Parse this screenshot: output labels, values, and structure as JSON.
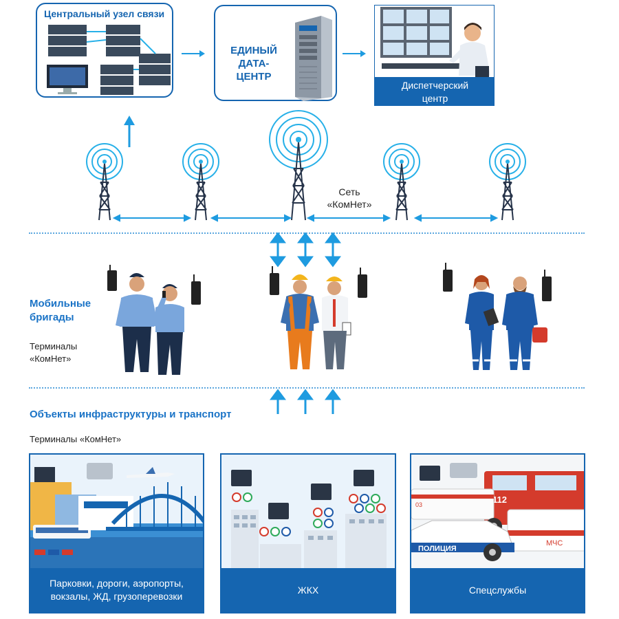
{
  "top": {
    "central_node": "Центральный узел связи",
    "datacenter_line1": "ЕДИНЫЙ",
    "datacenter_line2": "ДАТА-ЦЕНТР",
    "dispatch_line1": "Диспетчерский",
    "dispatch_line2": "центр"
  },
  "network": {
    "label_line1": "Сеть",
    "label_line2": "«КомНет»"
  },
  "mobile": {
    "title_line1": "Мобильные",
    "title_line2": "бригады",
    "terminals_line1": "Терминалы",
    "terminals_line2": "«КомНет»"
  },
  "infrastructure": {
    "title": "Объекты инфраструктуры и транспорт",
    "terminals": "Терминалы «КомНет»",
    "panels": [
      {
        "caption_line1": "Парковки, дороги, аэропорты,",
        "caption_line2": "вокзалы, ЖД, грузоперевозки"
      },
      {
        "caption_line1": "ЖКХ",
        "caption_line2": ""
      },
      {
        "caption_line1": "Спецслужбы",
        "caption_line2": ""
      }
    ],
    "vehicle_labels": {
      "police": "ПОЛИЦИЯ",
      "mchs": "МЧС",
      "fire_number": "112",
      "ambulance": "03"
    }
  },
  "colors": {
    "brand_blue": "#1565b0",
    "accent_blue": "#1a8fe0",
    "arrow_blue": "#1e9be0"
  }
}
